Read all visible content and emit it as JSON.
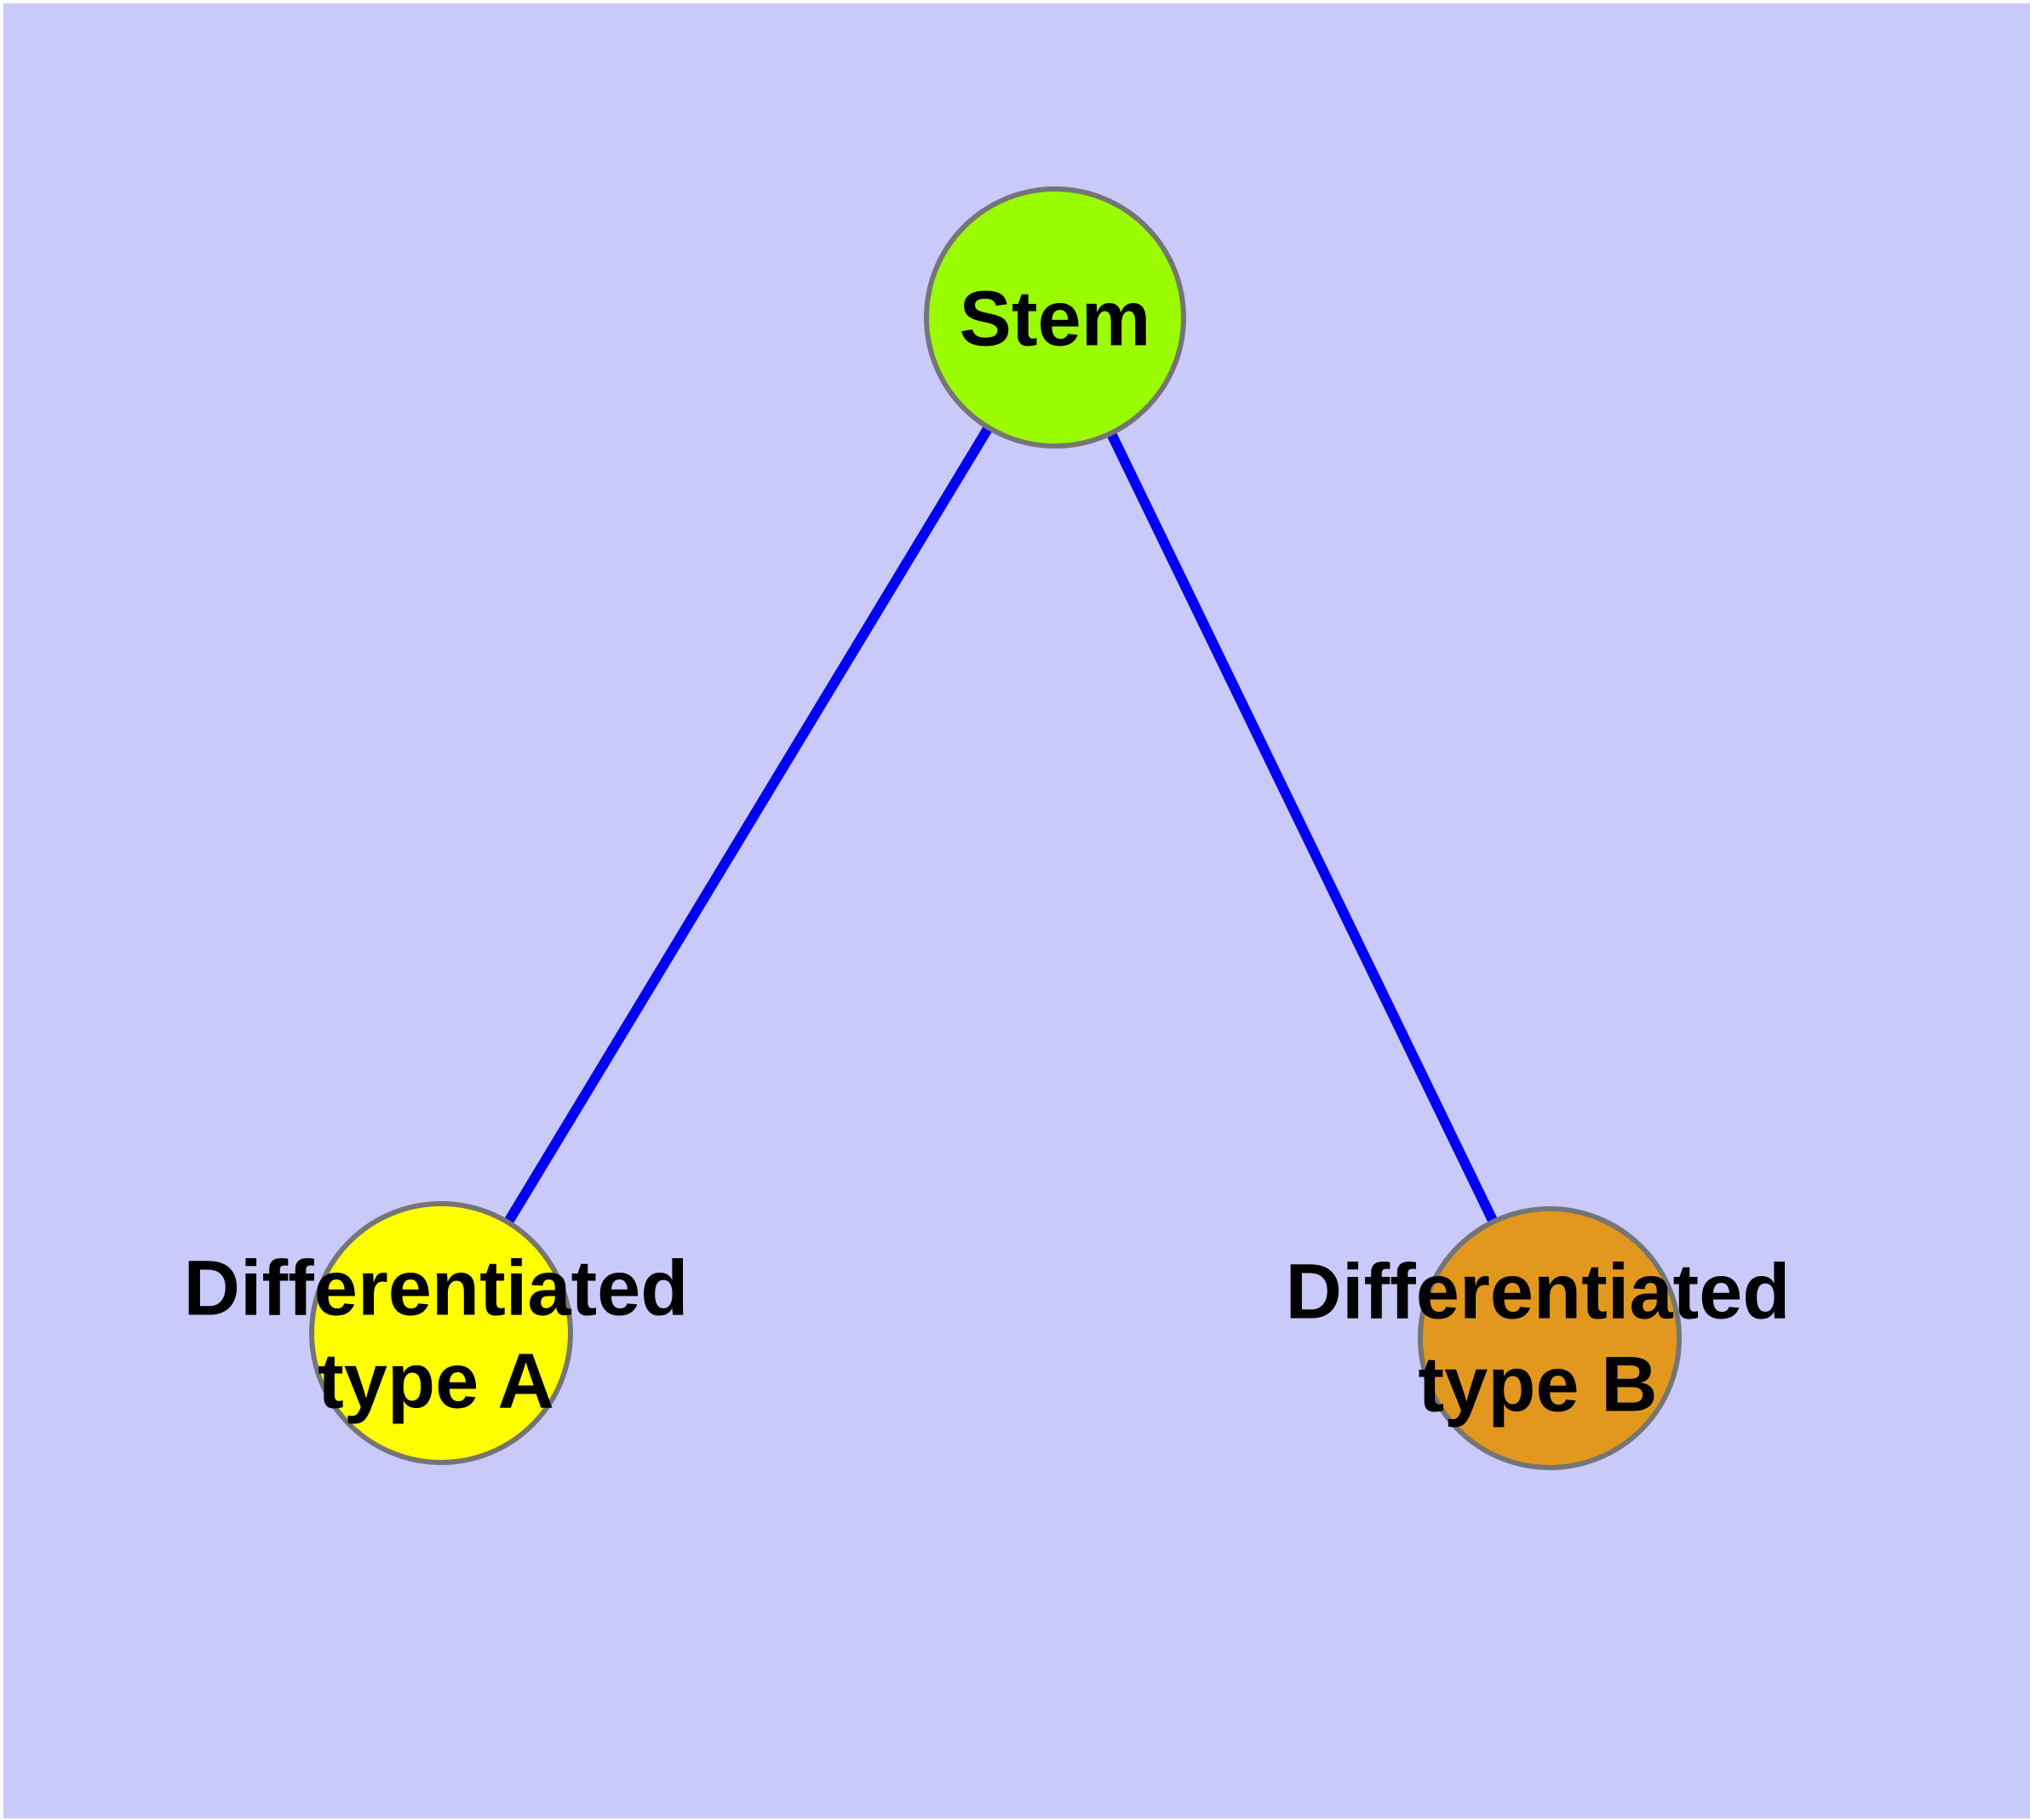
{
  "diagram": {
    "type": "graph",
    "background_color": "#C9C9FA",
    "frame_color": "#FFFFFF",
    "edge_color": "#0000F5",
    "node_border_color": "#757575",
    "label_color": "#000000",
    "nodes": [
      {
        "id": "stem",
        "label_lines": [
          "Stem"
        ],
        "fill": "#9BFB00"
      },
      {
        "id": "differentiated-type-a",
        "label_lines": [
          "Differentiated",
          "type A"
        ],
        "fill": "#FFFF00"
      },
      {
        "id": "differentiated-type-b",
        "label_lines": [
          "Differentiated",
          "type B"
        ],
        "fill": "#E2981F"
      }
    ],
    "edges": [
      {
        "from": "stem",
        "to": "differentiated-type-a"
      },
      {
        "from": "stem",
        "to": "differentiated-type-b"
      }
    ]
  }
}
